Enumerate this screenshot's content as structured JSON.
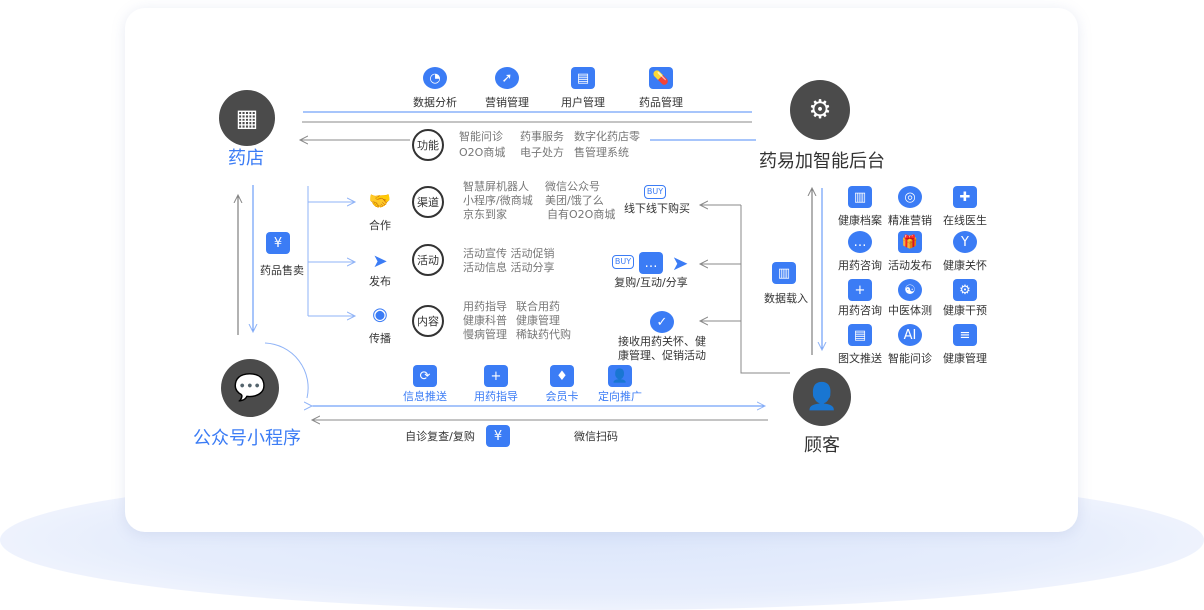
{
  "nodes": {
    "pharmacy": "药店",
    "backend": "药易加智能后台",
    "wechat": "公众号小程序",
    "customer": "顾客"
  },
  "top_tools": [
    {
      "label": "数据分析",
      "icon": "pie-chart-icon"
    },
    {
      "label": "营销管理",
      "icon": "compass-icon"
    },
    {
      "label": "用户管理",
      "icon": "id-card-icon"
    },
    {
      "label": "药品管理",
      "icon": "pill-icon"
    }
  ],
  "rings": [
    {
      "label": "功能",
      "items": [
        "智能问诊",
        "O2O商城",
        "药事服务",
        "电子处方",
        "数字化药店零",
        "售管理系统"
      ]
    },
    {
      "label": "渠道",
      "items": [
        "智慧屏机器人",
        "小程序/微商城",
        "京东到家",
        "微信公众号",
        "美团/饿了么",
        "自有O2O商城"
      ]
    },
    {
      "label": "活动",
      "items": [
        "活动宣传 活动促销",
        "活动信息 活动分享"
      ]
    },
    {
      "label": "内容",
      "items": [
        "用药指导",
        "健康科普",
        "慢病管理",
        "联合用药",
        "健康管理",
        "稀缺药代购"
      ]
    }
  ],
  "left_branch": [
    {
      "label": "合作",
      "icon": "handshake-icon"
    },
    {
      "label": "发布",
      "icon": "send-icon"
    },
    {
      "label": "传播",
      "icon": "broadcast-icon"
    }
  ],
  "drug_sale": "药品售卖",
  "customer_actions": [
    "线下线下购买",
    "复购/互动/分享",
    "接收用药关怀、健",
    "康管理、促销活动"
  ],
  "data_load": "数据载入",
  "backend_grid": [
    {
      "label": "健康档案",
      "icon": "folders-icon"
    },
    {
      "label": "精准营销",
      "icon": "target-icon"
    },
    {
      "label": "在线医生",
      "icon": "doctor-icon"
    },
    {
      "label": "用药咨询",
      "icon": "chat-icon"
    },
    {
      "label": "活动发布",
      "icon": "gift-icon"
    },
    {
      "label": "健康关怀",
      "icon": "sprout-icon"
    },
    {
      "label": "用药咨询",
      "icon": "medical-kit-icon"
    },
    {
      "label": "中医体测",
      "icon": "yin-yang-icon"
    },
    {
      "label": "健康干预",
      "icon": "user-gear-icon"
    },
    {
      "label": "图文推送",
      "icon": "article-icon"
    },
    {
      "label": "智能问诊",
      "icon": "ai-icon"
    },
    {
      "label": "健康管理",
      "icon": "document-gear-icon"
    }
  ],
  "bottom_tools": [
    {
      "label": "信息推送",
      "icon": "refresh-icon"
    },
    {
      "label": "用药指导",
      "icon": "medical-kit-icon"
    },
    {
      "label": "会员卡",
      "icon": "vip-card-icon"
    },
    {
      "label": "定向推广",
      "icon": "user-target-icon"
    }
  ],
  "bottom_labels": {
    "revisit": "自诊复查/复购",
    "scan": "微信扫码"
  },
  "colors": {
    "accent": "#3b7cf5",
    "node": "#4b4b4b"
  }
}
